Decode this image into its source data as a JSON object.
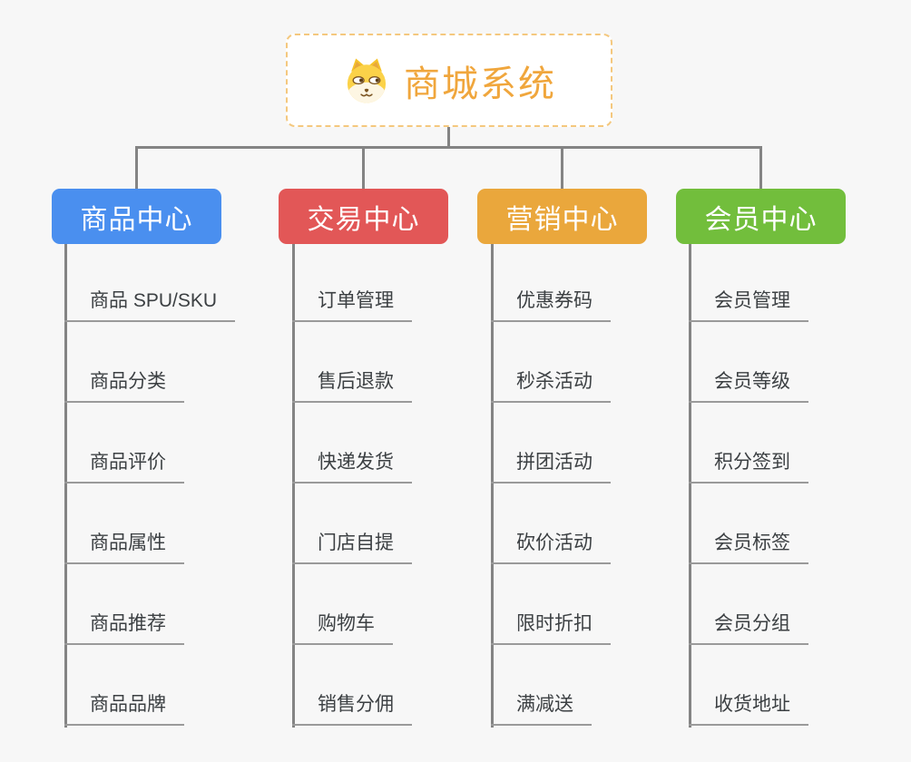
{
  "root": {
    "title": "商城系统",
    "title_color": "#f0a63c",
    "icon": "shiba-dog-icon"
  },
  "connector": {
    "line_color": "#848484",
    "underline_color": "#9a9a9a"
  },
  "branches": [
    {
      "label": "商品中心",
      "color": "#4a8fef",
      "items": [
        "商品 SPU/SKU",
        "商品分类",
        "商品评价",
        "商品属性",
        "商品推荐",
        "商品品牌"
      ]
    },
    {
      "label": "交易中心",
      "color": "#e25757",
      "items": [
        "订单管理",
        "售后退款",
        "快递发货",
        "门店自提",
        "购物车",
        "销售分佣"
      ]
    },
    {
      "label": "营销中心",
      "color": "#eaa73c",
      "items": [
        "优惠券码",
        "秒杀活动",
        "拼团活动",
        "砍价活动",
        "限时折扣",
        "满减送"
      ]
    },
    {
      "label": "会员中心",
      "color": "#72be3c",
      "items": [
        "会员管理",
        "会员等级",
        "积分签到",
        "会员标签",
        "会员分组",
        "收货地址"
      ]
    }
  ]
}
